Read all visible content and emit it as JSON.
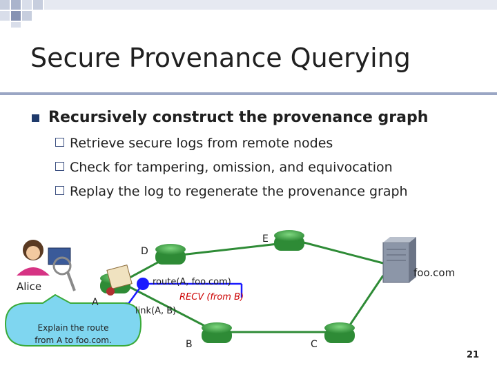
{
  "slide": {
    "title": "Secure Provenance Querying",
    "bullet": "Recursively construct the provenance graph",
    "sub_bullets": [
      "Retrieve secure logs from remote nodes",
      "Check for tampering, omission, and equivocation",
      "Replay the log to regenerate the provenance graph"
    ],
    "page_number": "21"
  },
  "diagram": {
    "nodes": {
      "a": "A",
      "b": "B",
      "c": "C",
      "d": "D",
      "e": "E"
    },
    "alice": "Alice",
    "server": "foo.com",
    "edge_labels": {
      "route": "route(A, foo.com)",
      "recv": "RECV (from B)",
      "link": "link(A, B)"
    },
    "callout": [
      "Explain the route",
      "from A to foo.com."
    ]
  },
  "colors": {
    "title_rule": "#9aa6c4",
    "router_green": "#4caf50",
    "query_blue": "#1a1aff",
    "recv_red": "#cc0000",
    "callout_fill": "#7fd6f0"
  }
}
